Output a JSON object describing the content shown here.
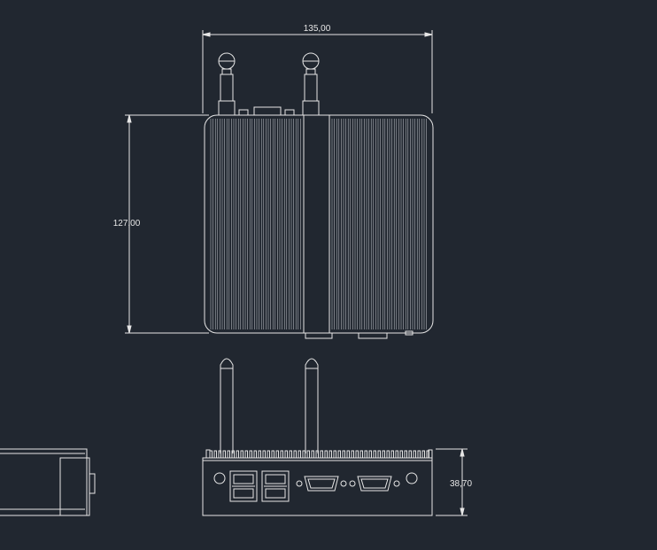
{
  "dimensions": {
    "width_top": "135,00",
    "depth_top": "127,00",
    "height_front": "38,70"
  },
  "colors": {
    "background": "#212730",
    "line": "#e6e6e6"
  }
}
